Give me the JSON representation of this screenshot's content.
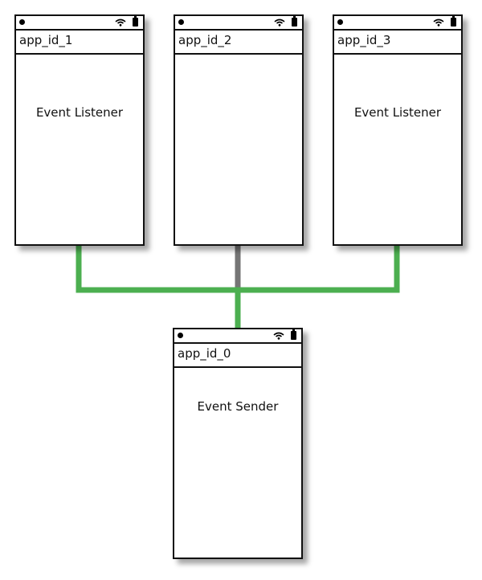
{
  "colors": {
    "active_link": "#4caf50",
    "inactive_link": "#757575",
    "frame": "#111111"
  },
  "nodes": [
    {
      "app_id": "app_id_1",
      "role": "Event Listener",
      "link": "active"
    },
    {
      "app_id": "app_id_2",
      "role": "",
      "link": "inactive"
    },
    {
      "app_id": "app_id_3",
      "role": "Event Listener",
      "link": "active"
    },
    {
      "app_id": "app_id_0",
      "role": "Event Sender"
    }
  ],
  "icons": [
    "status-dot-icon",
    "wifi-icon",
    "battery-icon"
  ]
}
